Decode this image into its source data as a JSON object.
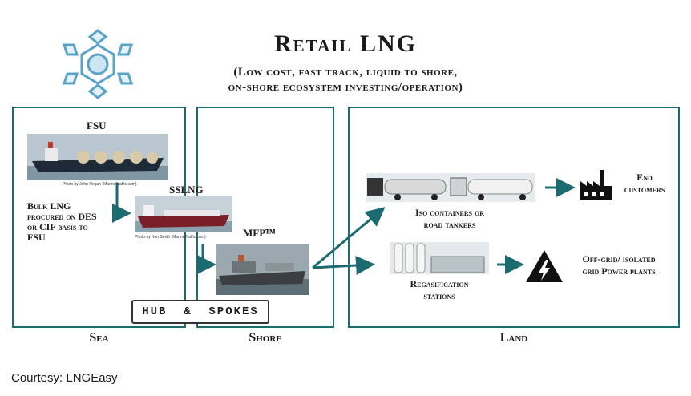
{
  "title": "Retail LNG",
  "subtitle_line1": "(Low cost, fast track, liquid to shore,",
  "subtitle_line2": "on-shore ecosystem investing/operation)",
  "nodes": {
    "fsu": "FSU",
    "fsu_credit": "Photo by John Regan (MarineTraffic.com)",
    "bulk_text": [
      "Bulk LNG",
      "procured on DES",
      "or CIF basis to",
      "FSU"
    ],
    "sslng": "SSLNG",
    "sslng_credit": "Photo by Ken Smith (MarineTraffic.com)",
    "mfp": "MFPᵀᴹ",
    "hub": "HUB  &  SPOKES",
    "iso": [
      "Iso containers or",
      "road tankers"
    ],
    "regas": [
      "Regasification",
      "stations"
    ],
    "end_customers": [
      "End",
      "customers"
    ],
    "power": [
      "Off-grid/ isolated",
      "grid Power plants"
    ]
  },
  "zones": {
    "sea": "Sea",
    "shore": "Shore",
    "land": "Land"
  },
  "courtesy": "Courtesy: LNGEasy",
  "colors": {
    "accent": "#1b6b70",
    "snowflake": "#5aa3c8"
  },
  "icons": {
    "logo": "snowflake-icon",
    "factory": "factory-icon",
    "power": "lightning-warning-icon"
  }
}
